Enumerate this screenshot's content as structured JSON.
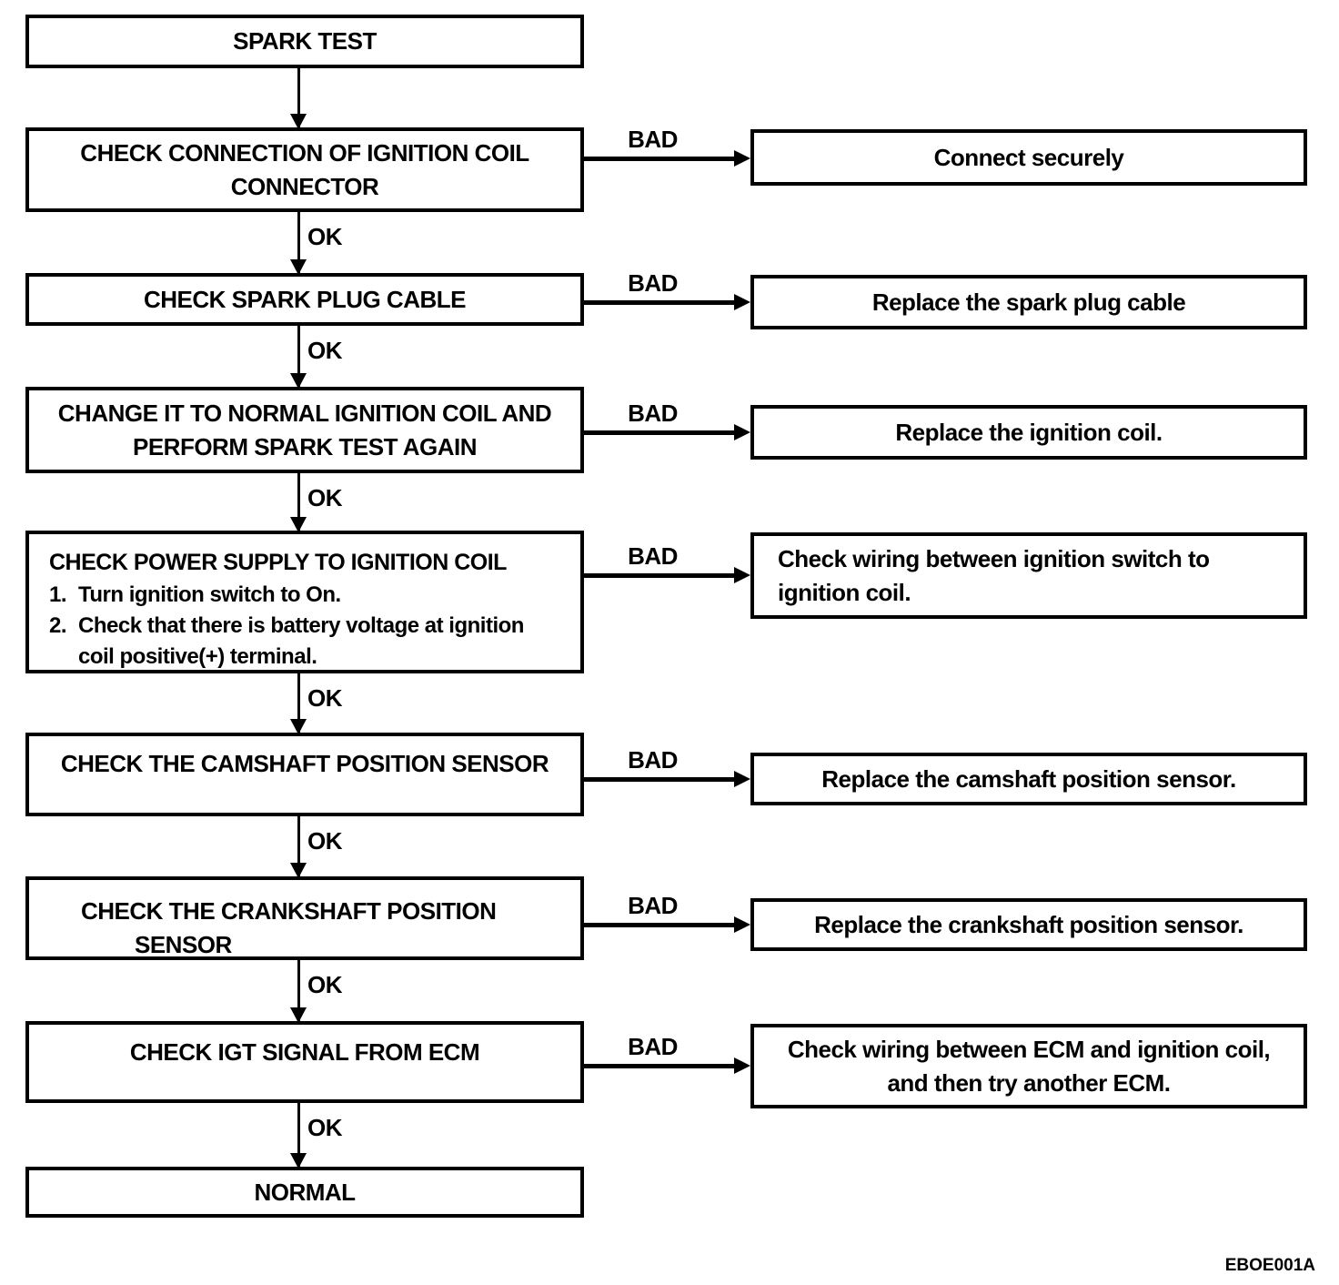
{
  "diagram": {
    "code": "EBOE001A",
    "colors": {
      "ink": "#000000",
      "paper": "#ffffff"
    },
    "labels": {
      "ok": "OK",
      "bad": "BAD"
    },
    "nodes": {
      "spark_test": {
        "lines": [
          "SPARK TEST"
        ]
      },
      "check_connection": {
        "lines": [
          "CHECK CONNECTION OF IGNITION COIL",
          "CONNECTOR"
        ]
      },
      "connect_securely": {
        "lines": [
          "Connect securely"
        ]
      },
      "check_spark_plug_cable": {
        "lines": [
          "CHECK SPARK PLUG CABLE"
        ]
      },
      "replace_spark_plug_cable": {
        "lines": [
          "Replace the spark plug cable"
        ]
      },
      "change_ignition_coil": {
        "lines": [
          "CHANGE IT TO NORMAL IGNITION COIL AND",
          "PERFORM SPARK TEST AGAIN"
        ]
      },
      "replace_ignition_coil": {
        "lines": [
          "Replace the ignition coil."
        ]
      },
      "check_power_supply": {
        "title": "CHECK POWER SUPPLY TO IGNITION COIL",
        "steps": [
          {
            "num": "1.",
            "lines": [
              "Turn ignition switch to On."
            ]
          },
          {
            "num": "2.",
            "lines": [
              "Check that there is battery voltage at ignition",
              "coil positive(+) terminal."
            ]
          }
        ]
      },
      "check_wiring_switch": {
        "lines": [
          "Check wiring between ignition switch to",
          "ignition coil."
        ]
      },
      "check_camshaft": {
        "lines": [
          "CHECK THE CAMSHAFT POSITION SENSOR"
        ]
      },
      "replace_camshaft": {
        "lines": [
          "Replace the camshaft position sensor."
        ]
      },
      "check_crankshaft": {
        "lines": [
          "CHECK THE CRANKSHAFT POSITION",
          "SENSOR"
        ]
      },
      "replace_crankshaft": {
        "lines": [
          "Replace the crankshaft position sensor."
        ]
      },
      "check_igt": {
        "lines": [
          "CHECK IGT SIGNAL FROM ECM"
        ]
      },
      "check_wiring_ecm": {
        "lines": [
          "Check wiring between ECM and ignition coil,",
          "and then try another ECM."
        ]
      },
      "normal": {
        "lines": [
          "NORMAL"
        ]
      }
    },
    "edges": [
      {
        "from": "spark_test",
        "to": "check_connection",
        "label": ""
      },
      {
        "from": "check_connection",
        "to": "check_spark_plug_cable",
        "label": "OK"
      },
      {
        "from": "check_connection",
        "to": "connect_securely",
        "label": "BAD"
      },
      {
        "from": "check_spark_plug_cable",
        "to": "change_ignition_coil",
        "label": "OK"
      },
      {
        "from": "check_spark_plug_cable",
        "to": "replace_spark_plug_cable",
        "label": "BAD"
      },
      {
        "from": "change_ignition_coil",
        "to": "check_power_supply",
        "label": "OK"
      },
      {
        "from": "change_ignition_coil",
        "to": "replace_ignition_coil",
        "label": "BAD"
      },
      {
        "from": "check_power_supply",
        "to": "check_camshaft",
        "label": "OK"
      },
      {
        "from": "check_power_supply",
        "to": "check_wiring_switch",
        "label": "BAD"
      },
      {
        "from": "check_camshaft",
        "to": "check_crankshaft",
        "label": "OK"
      },
      {
        "from": "check_camshaft",
        "to": "replace_camshaft",
        "label": "BAD"
      },
      {
        "from": "check_crankshaft",
        "to": "check_igt",
        "label": "OK"
      },
      {
        "from": "check_crankshaft",
        "to": "replace_crankshaft",
        "label": "BAD"
      },
      {
        "from": "check_igt",
        "to": "normal",
        "label": "OK"
      },
      {
        "from": "check_igt",
        "to": "check_wiring_ecm",
        "label": "BAD"
      }
    ]
  }
}
